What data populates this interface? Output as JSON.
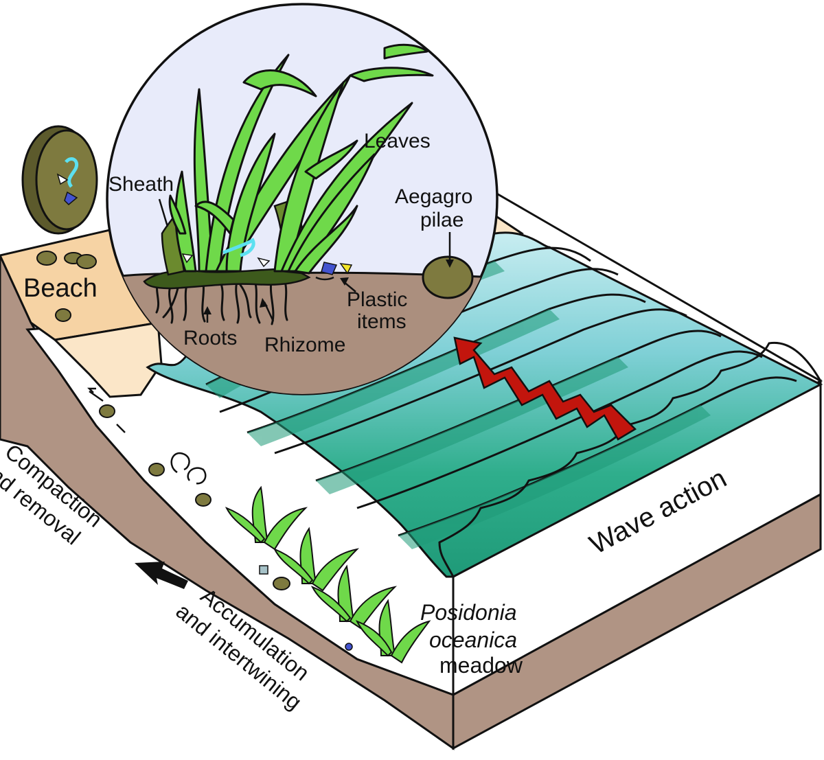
{
  "labels": {
    "beach": "Beach",
    "sheath": "Sheath",
    "leaves": "Leaves",
    "aegagropilae_line1": "Aegagro",
    "aegagropilae_line2": "pilae",
    "plastic_line1": "Plastic",
    "plastic_line2": "items",
    "roots": "Roots",
    "rhizome": "Rhizome",
    "wave_action": "Wave action",
    "compaction_line1": "Compaction",
    "compaction_line2": "and removal",
    "accumulation_line1": "Accumulation",
    "accumulation_line2": "and intertwining",
    "meadow_line1": "Posidonia",
    "meadow_line2": "oceanica",
    "meadow_line3": "meadow"
  },
  "colors": {
    "sand_light": "#fbe6c8",
    "sand_dark": "#f6d3a4",
    "seabed": "#b09484",
    "bubble_bg": "#e8ebfa",
    "sediment": "#ab8f7e",
    "wave_dark": "#2aa882",
    "wave_light": "#a7dde4",
    "leaf": "#6fd94a",
    "ball": "#7e7a3f",
    "arrow_red": "#c2150d",
    "plastic_cyan": "#5ce0f0",
    "plastic_blue": "#4353cf",
    "plastic_yellow": "#f3e62a"
  }
}
